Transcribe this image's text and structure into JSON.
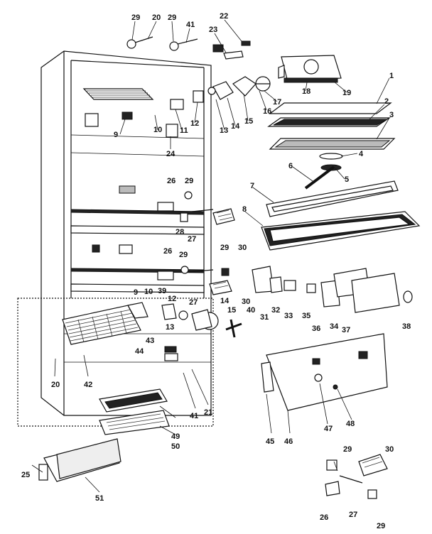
{
  "callouts": [
    {
      "id": "c29a",
      "text": "29"
    },
    {
      "id": "c20a",
      "text": "20"
    },
    {
      "id": "c29b",
      "text": "29"
    },
    {
      "id": "c41a",
      "text": "41"
    },
    {
      "id": "c22",
      "text": "22"
    },
    {
      "id": "c23",
      "text": "23"
    },
    {
      "id": "c1",
      "text": "1"
    },
    {
      "id": "c2",
      "text": "2"
    },
    {
      "id": "c3",
      "text": "3"
    },
    {
      "id": "c4",
      "text": "4"
    },
    {
      "id": "c5",
      "text": "5"
    },
    {
      "id": "c6",
      "text": "6"
    },
    {
      "id": "c7",
      "text": "7"
    },
    {
      "id": "c8",
      "text": "8"
    },
    {
      "id": "c9a",
      "text": "9"
    },
    {
      "id": "c10a",
      "text": "10"
    },
    {
      "id": "c11",
      "text": "11"
    },
    {
      "id": "c12a",
      "text": "12"
    },
    {
      "id": "c13a",
      "text": "13"
    },
    {
      "id": "c14a",
      "text": "14"
    },
    {
      "id": "c15a",
      "text": "15"
    },
    {
      "id": "c16",
      "text": "16"
    },
    {
      "id": "c17",
      "text": "17"
    },
    {
      "id": "c18",
      "text": "18"
    },
    {
      "id": "c19",
      "text": "19"
    },
    {
      "id": "c24",
      "text": "24"
    },
    {
      "id": "c26a",
      "text": "26"
    },
    {
      "id": "c29c",
      "text": "29"
    },
    {
      "id": "c28",
      "text": "28"
    },
    {
      "id": "c27a",
      "text": "27"
    },
    {
      "id": "c30a",
      "text": "30"
    },
    {
      "id": "c26b",
      "text": "26"
    },
    {
      "id": "c29d",
      "text": "29"
    },
    {
      "id": "c29e",
      "text": "29"
    },
    {
      "id": "c27b",
      "text": "27"
    },
    {
      "id": "c30b",
      "text": "30"
    },
    {
      "id": "c31",
      "text": "31"
    },
    {
      "id": "c32",
      "text": "32"
    },
    {
      "id": "c33",
      "text": "33"
    },
    {
      "id": "c35",
      "text": "35"
    },
    {
      "id": "c36",
      "text": "36"
    },
    {
      "id": "c34",
      "text": "34"
    },
    {
      "id": "c37",
      "text": "37"
    },
    {
      "id": "c38",
      "text": "38"
    },
    {
      "id": "c9b",
      "text": "9"
    },
    {
      "id": "c10b",
      "text": "10"
    },
    {
      "id": "c39",
      "text": "39"
    },
    {
      "id": "c12b",
      "text": "12"
    },
    {
      "id": "c14b",
      "text": "14"
    },
    {
      "id": "c15b",
      "text": "15"
    },
    {
      "id": "c40",
      "text": "40"
    },
    {
      "id": "c13b",
      "text": "13"
    },
    {
      "id": "c43",
      "text": "43"
    },
    {
      "id": "c44",
      "text": "44"
    },
    {
      "id": "c20b",
      "text": "20"
    },
    {
      "id": "c42",
      "text": "42"
    },
    {
      "id": "c41b",
      "text": "41"
    },
    {
      "id": "c21",
      "text": "21"
    },
    {
      "id": "c45",
      "text": "45"
    },
    {
      "id": "c46",
      "text": "46"
    },
    {
      "id": "c47",
      "text": "47"
    },
    {
      "id": "c48",
      "text": "48"
    },
    {
      "id": "c49",
      "text": "49"
    },
    {
      "id": "c50",
      "text": "50"
    },
    {
      "id": "c25",
      "text": "25"
    },
    {
      "id": "c51",
      "text": "51"
    },
    {
      "id": "c29f",
      "text": "29"
    },
    {
      "id": "c30c",
      "text": "30"
    },
    {
      "id": "c26c",
      "text": "26"
    },
    {
      "id": "c27c",
      "text": "27"
    },
    {
      "id": "c29g",
      "text": "29"
    }
  ]
}
